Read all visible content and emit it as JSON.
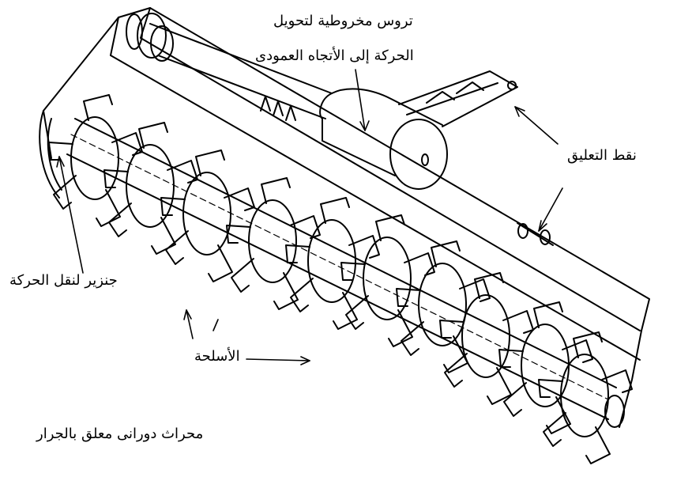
{
  "labels": {
    "gears_line1": "تروس مخروطية لتحويل",
    "gears_line2": "الحركة إلى  الأتجاه العمودى",
    "hitch_points": "نقط التعليق",
    "chain": "جنزير لنقل الحركة",
    "blades": "الأسلحة",
    "caption": "محراث دورانى معلق بالجرار"
  },
  "colors": {
    "ink": "#000000",
    "paper": "#ffffff"
  }
}
